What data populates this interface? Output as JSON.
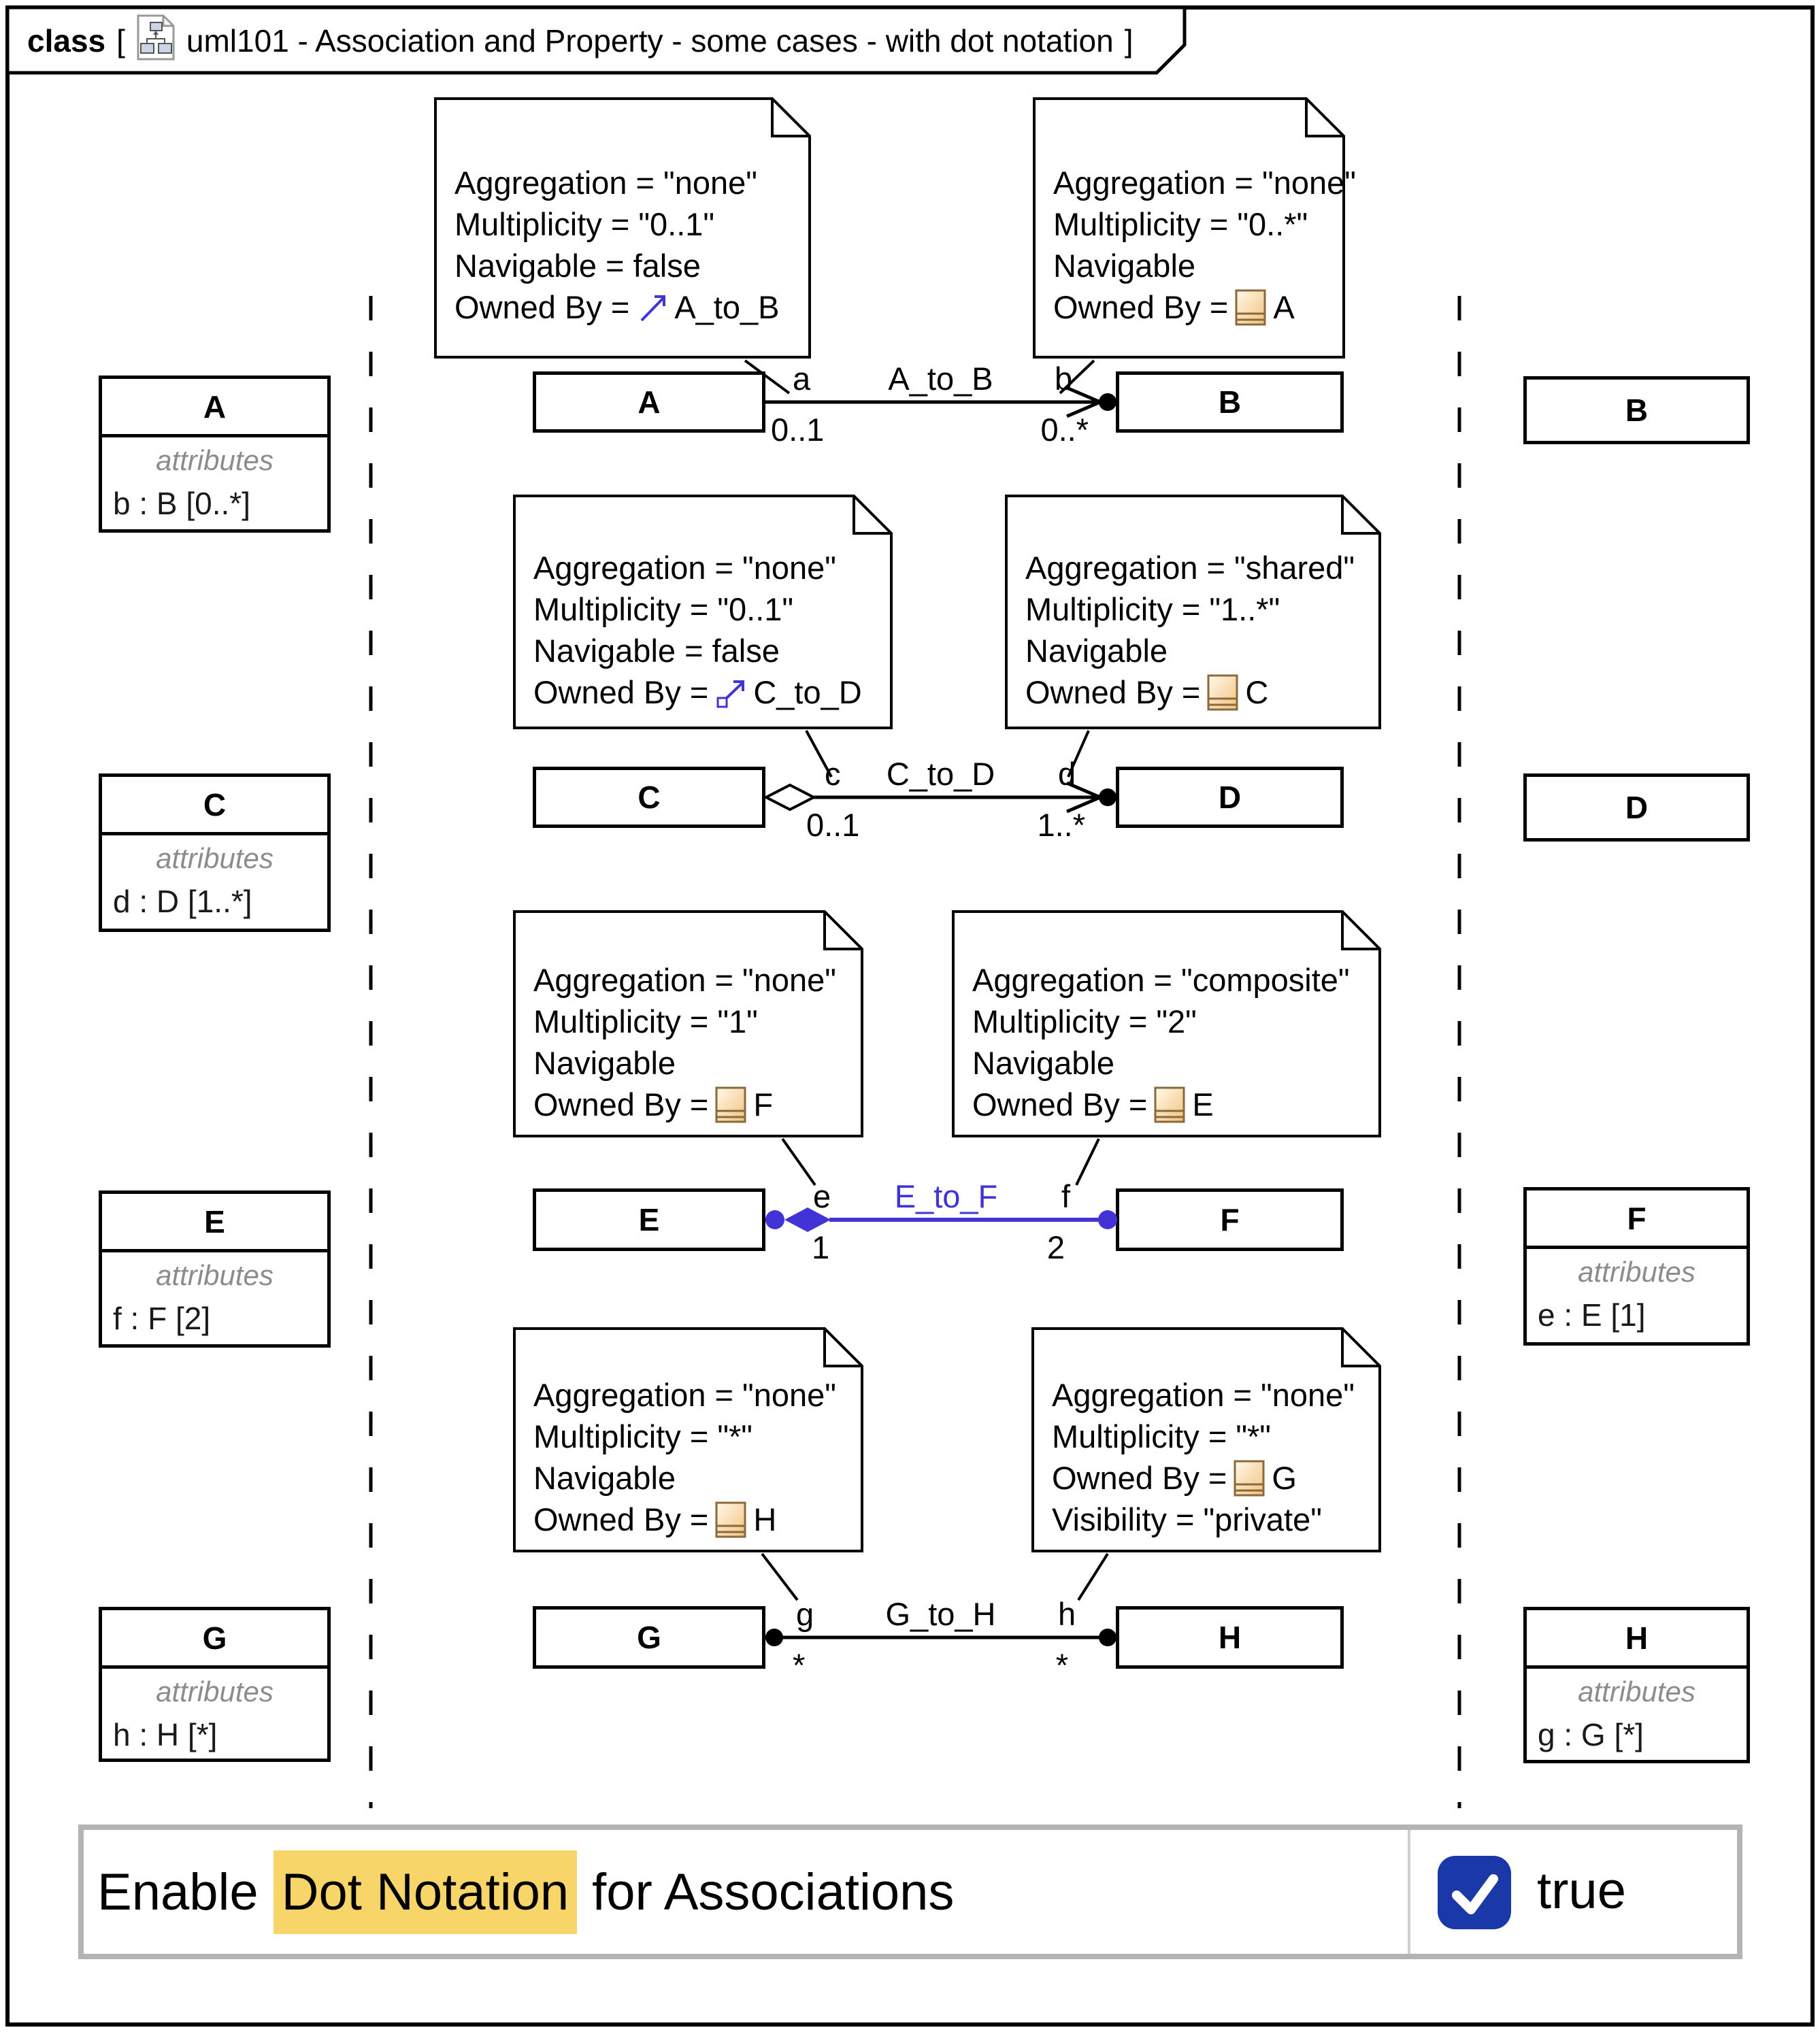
{
  "frame_title": {
    "keyword": "class",
    "open_bracket": "[",
    "text": "uml101 - Association and Property - some cases - with dot notation",
    "close_bracket": "]"
  },
  "compartment_label": "attributes",
  "colors": {
    "association_selected": "#4133d6",
    "highlight": "#f8d568",
    "checkbox_blue": "#1a38a8",
    "class_icon_fill": "#f6c98c"
  },
  "notes": {
    "ab_left": {
      "line1": "Aggregation = \"none\"",
      "line2": "Multiplicity = \"0..1\"",
      "line3": "Navigable = false",
      "owner_prefix": "Owned By =",
      "owner": "A_to_B",
      "owner_icon": "association-arrow-icon"
    },
    "ab_right": {
      "line1": "Aggregation = \"none\"",
      "line2": "Multiplicity = \"0..*\"",
      "line3": "Navigable",
      "owner_prefix": "Owned By =",
      "owner": "A",
      "owner_icon": "class-icon"
    },
    "cd_left": {
      "line1": "Aggregation = \"none\"",
      "line2": "Multiplicity = \"0..1\"",
      "line3": "Navigable = false",
      "owner_prefix": "Owned By =",
      "owner": "C_to_D",
      "owner_icon": "shared-association-arrow-icon"
    },
    "cd_right": {
      "line1": "Aggregation = \"shared\"",
      "line2": "Multiplicity = \"1..*\"",
      "line3": "Navigable",
      "owner_prefix": "Owned By =",
      "owner": "C",
      "owner_icon": "class-icon"
    },
    "ef_left": {
      "line1": "Aggregation = \"none\"",
      "line2": "Multiplicity = \"1\"",
      "line3": "Navigable",
      "owner_prefix": "Owned By =",
      "owner": "F",
      "owner_icon": "class-icon"
    },
    "ef_right": {
      "line1": "Aggregation = \"composite\"",
      "line2": "Multiplicity = \"2\"",
      "line3": "Navigable",
      "owner_prefix": "Owned By =",
      "owner": "E",
      "owner_icon": "class-icon"
    },
    "gh_left": {
      "line1": "Aggregation = \"none\"",
      "line2": "Multiplicity = \"*\"",
      "line3": "Navigable",
      "owner_prefix": "Owned By =",
      "owner": "H",
      "owner_icon": "class-icon"
    },
    "gh_right": {
      "line1": "Aggregation = \"none\"",
      "line2": "Multiplicity = \"*\"",
      "owner_prefix": "Owned By =",
      "owner": "G",
      "owner_icon": "class-icon",
      "line4": "Visibility = \"private\""
    }
  },
  "associations": {
    "ab": {
      "name": "A_to_B",
      "source_class": "A",
      "target_class": "B",
      "source_role": "a",
      "target_role": "b",
      "source_multiplicity": "0..1",
      "target_multiplicity": "0..*",
      "line_color": "#000000"
    },
    "cd": {
      "name": "C_to_D",
      "source_class": "C",
      "target_class": "D",
      "source_role": "c",
      "target_role": "d",
      "source_multiplicity": "0..1",
      "target_multiplicity": "1..*",
      "line_color": "#000000"
    },
    "ef": {
      "name": "E_to_F",
      "source_class": "E",
      "target_class": "F",
      "source_role": "e",
      "target_role": "f",
      "source_multiplicity": "1",
      "target_multiplicity": "2",
      "line_color": "#4133d6"
    },
    "gh": {
      "name": "G_to_H",
      "source_class": "G",
      "target_class": "H",
      "source_role": "g",
      "target_role": "h",
      "source_multiplicity": "*",
      "target_multiplicity": "*",
      "line_color": "#000000"
    }
  },
  "left_classes": {
    "a": {
      "name": "A",
      "attribute": "b : B [0..*]"
    },
    "c": {
      "name": "C",
      "attribute": "d : D [1..*]"
    },
    "e": {
      "name": "E",
      "attribute": "f : F [2]"
    },
    "g": {
      "name": "G",
      "attribute": "h : H [*]"
    }
  },
  "right_classes": {
    "b": {
      "name": "B"
    },
    "d": {
      "name": "D"
    },
    "f": {
      "name": "F",
      "attribute": "e : E [1]"
    },
    "h": {
      "name": "H",
      "attribute": "g : G [*]"
    }
  },
  "banner": {
    "text_before": "Enable",
    "highlighted": "Dot Notation",
    "text_after": "for Associations",
    "value_label": "true",
    "checked": true
  }
}
